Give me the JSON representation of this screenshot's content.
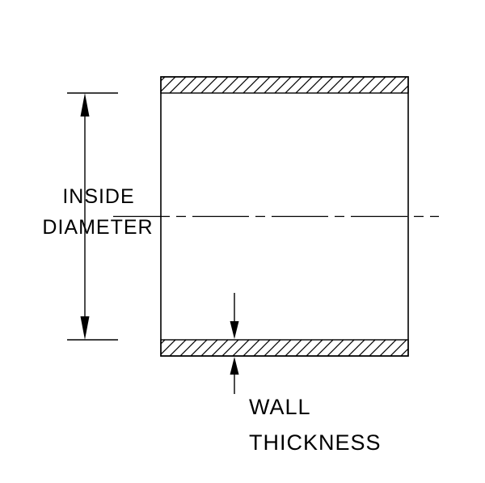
{
  "figure": {
    "type": "technical-drawing-tube-cross-section",
    "background_color": "#ffffff",
    "line_color": "#000000",
    "labels": {
      "inside_diameter": {
        "line1": "INSIDE",
        "line2": "DIAMETER"
      },
      "wall_thickness": {
        "line1": "WALL",
        "line2": "THICKNESS"
      }
    }
  }
}
